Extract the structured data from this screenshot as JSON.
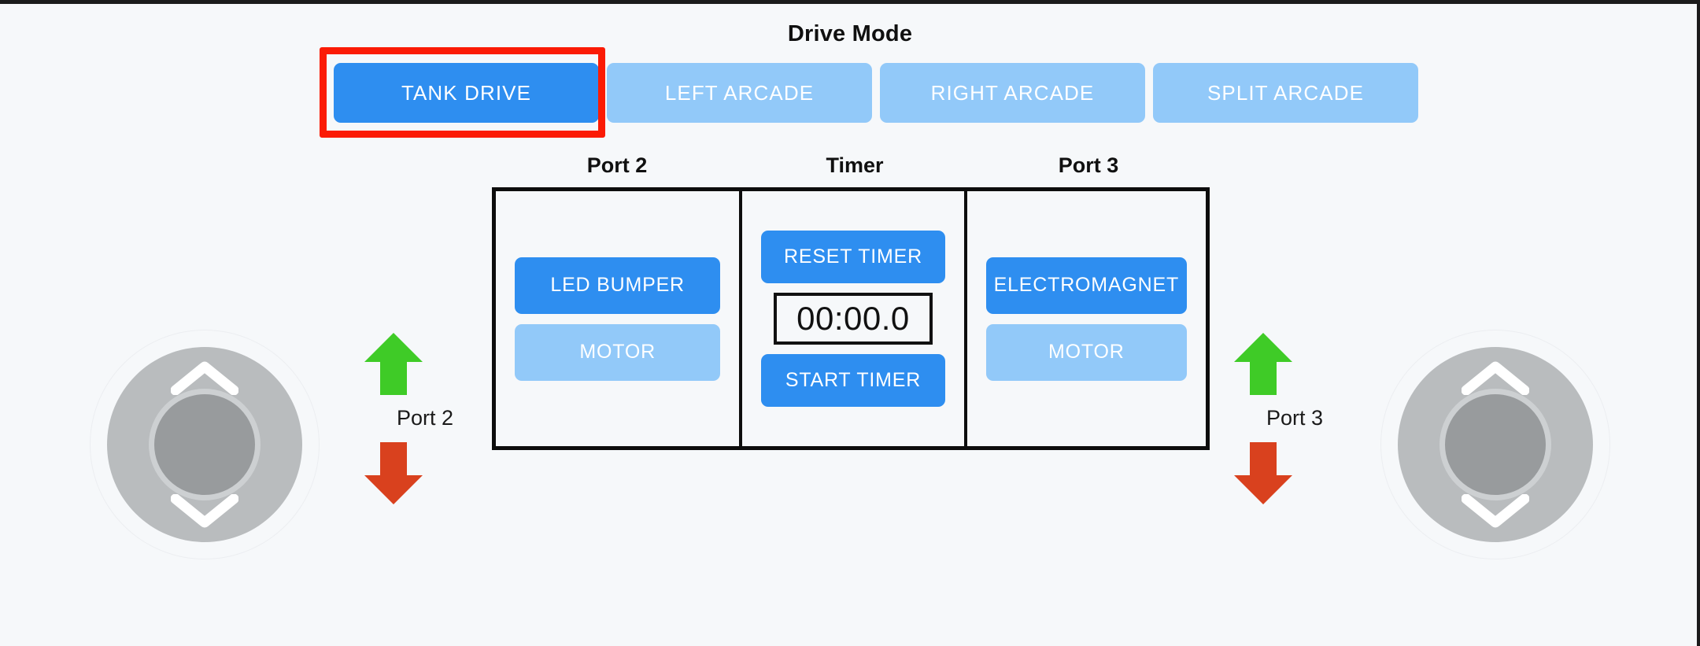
{
  "header": {
    "title": "Drive Mode"
  },
  "drive_modes": [
    {
      "label": "TANK DRIVE",
      "name": "tank-drive",
      "active": true,
      "highlighted": true
    },
    {
      "label": "LEFT ARCADE",
      "name": "left-arcade",
      "active": false,
      "highlighted": false
    },
    {
      "label": "RIGHT ARCADE",
      "name": "right-arcade",
      "active": false,
      "highlighted": false
    },
    {
      "label": "SPLIT ARCADE",
      "name": "split-arcade",
      "active": false,
      "highlighted": false
    }
  ],
  "panel": {
    "columns": [
      {
        "heading": "Port 2",
        "buttons": [
          {
            "label": "LED BUMPER",
            "style": "primary"
          },
          {
            "label": "MOTOR",
            "style": "secondary"
          }
        ]
      },
      {
        "heading": "Timer",
        "reset_label": "RESET TIMER",
        "display": "00:00.0",
        "start_label": "START TIMER"
      },
      {
        "heading": "Port 3",
        "buttons": [
          {
            "label": "ELECTROMAGNET",
            "style": "primary"
          },
          {
            "label": "MOTOR",
            "style": "secondary"
          }
        ]
      }
    ]
  },
  "port_clusters": [
    {
      "label": "Port 2",
      "up_icon": "arrow-up-icon",
      "down_icon": "arrow-down-icon"
    },
    {
      "label": "Port 3",
      "up_icon": "arrow-up-icon",
      "down_icon": "arrow-down-icon"
    }
  ],
  "joysticks": [
    {
      "side": "left",
      "up_icon": "chevron-up-icon",
      "down_icon": "chevron-down-icon"
    },
    {
      "side": "right",
      "up_icon": "chevron-up-icon",
      "down_icon": "chevron-down-icon"
    }
  ],
  "colors": {
    "background": "#f6f8fa",
    "accent_active": "#2e8ef0",
    "accent_inactive": "#92c9f9",
    "highlight_ring": "#fb1b05",
    "arrow_up": "#3fcb27",
    "arrow_down": "#d9411e",
    "joystick_base": "#b9bcbe",
    "joystick_knob": "#989b9d",
    "panel_border": "#0d0d0d"
  }
}
